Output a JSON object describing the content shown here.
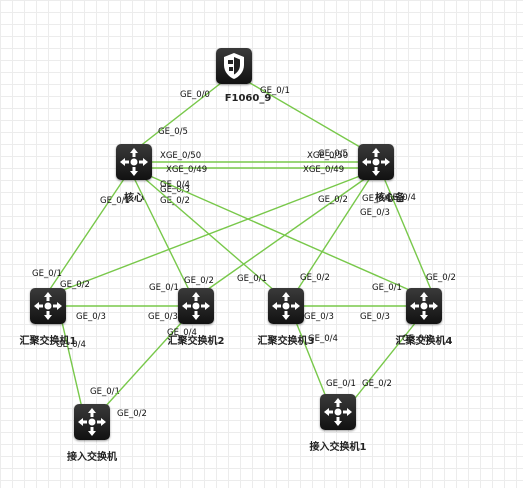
{
  "devices": [
    {
      "id": "fw",
      "label": "F1060_9",
      "kind": "firewall",
      "icon": "firewall-icon"
    },
    {
      "id": "c1",
      "label": "核心",
      "kind": "switch",
      "icon": "switch-icon"
    },
    {
      "id": "c2",
      "label": "核心备",
      "kind": "switch",
      "icon": "switch-icon"
    },
    {
      "id": "a1",
      "label": "汇聚交换机1",
      "kind": "switch",
      "icon": "switch-icon"
    },
    {
      "id": "a2",
      "label": "汇聚交换机2",
      "kind": "switch",
      "icon": "switch-icon"
    },
    {
      "id": "a3",
      "label": "汇聚交换机3",
      "kind": "switch",
      "icon": "switch-icon"
    },
    {
      "id": "a4",
      "label": "汇聚交换机4",
      "kind": "switch",
      "icon": "switch-icon"
    },
    {
      "id": "ac0",
      "label": "接入交换机",
      "kind": "switch",
      "icon": "switch-icon"
    },
    {
      "id": "ac1",
      "label": "接入交换机1",
      "kind": "switch",
      "icon": "switch-icon"
    }
  ],
  "links": [
    {
      "from": "fw",
      "to": "c1",
      "from_port": "GE_0/0",
      "to_port": "GE_0/5"
    },
    {
      "from": "fw",
      "to": "c2",
      "from_port": "GE_0/1",
      "to_port": "GE_0/5"
    },
    {
      "from": "c1",
      "to": "c2",
      "from_port": "XGE_0/50",
      "to_port": "XGE_0/50"
    },
    {
      "from": "c1",
      "to": "c2",
      "from_port": "XGE_0/49",
      "to_port": "XGE_0/49"
    },
    {
      "from": "c1",
      "to": "a1",
      "from_port": "GE_0/1",
      "to_port": "GE_0/1"
    },
    {
      "from": "c1",
      "to": "a2",
      "from_port": "GE_0/2",
      "to_port": "GE_0/1"
    },
    {
      "from": "c1",
      "to": "a3",
      "from_port": "GE_0/3",
      "to_port": "GE_0/1"
    },
    {
      "from": "c1",
      "to": "a4",
      "from_port": "GE_0/4",
      "to_port": "GE_0/1"
    },
    {
      "from": "c2",
      "to": "a1",
      "from_port": "GE_0/1",
      "to_port": "GE_0/2"
    },
    {
      "from": "c2",
      "to": "a2",
      "from_port": "GE_0/2",
      "to_port": "GE_0/2"
    },
    {
      "from": "c2",
      "to": "a3",
      "from_port": "GE_0/3",
      "to_port": "GE_0/2"
    },
    {
      "from": "c2",
      "to": "a4",
      "from_port": "GE_0/4",
      "to_port": "GE_0/2"
    },
    {
      "from": "a1",
      "to": "a2",
      "from_port": "GE_0/3",
      "to_port": "GE_0/3"
    },
    {
      "from": "a3",
      "to": "a4",
      "from_port": "GE_0/3",
      "to_port": "GE_0/3"
    },
    {
      "from": "a1",
      "to": "ac0",
      "from_port": "GE_0/4",
      "to_port": "GE_0/1"
    },
    {
      "from": "a2",
      "to": "ac0",
      "from_port": "GE_0/4",
      "to_port": "GE_0/2"
    },
    {
      "from": "a3",
      "to": "ac1",
      "from_port": "GE_0/4",
      "to_port": "GE_0/1"
    },
    {
      "from": "a4",
      "to": "ac1",
      "from_port": "GE_0/4",
      "to_port": "GE_0/2"
    }
  ],
  "colors": {
    "link": "#78c84a"
  }
}
